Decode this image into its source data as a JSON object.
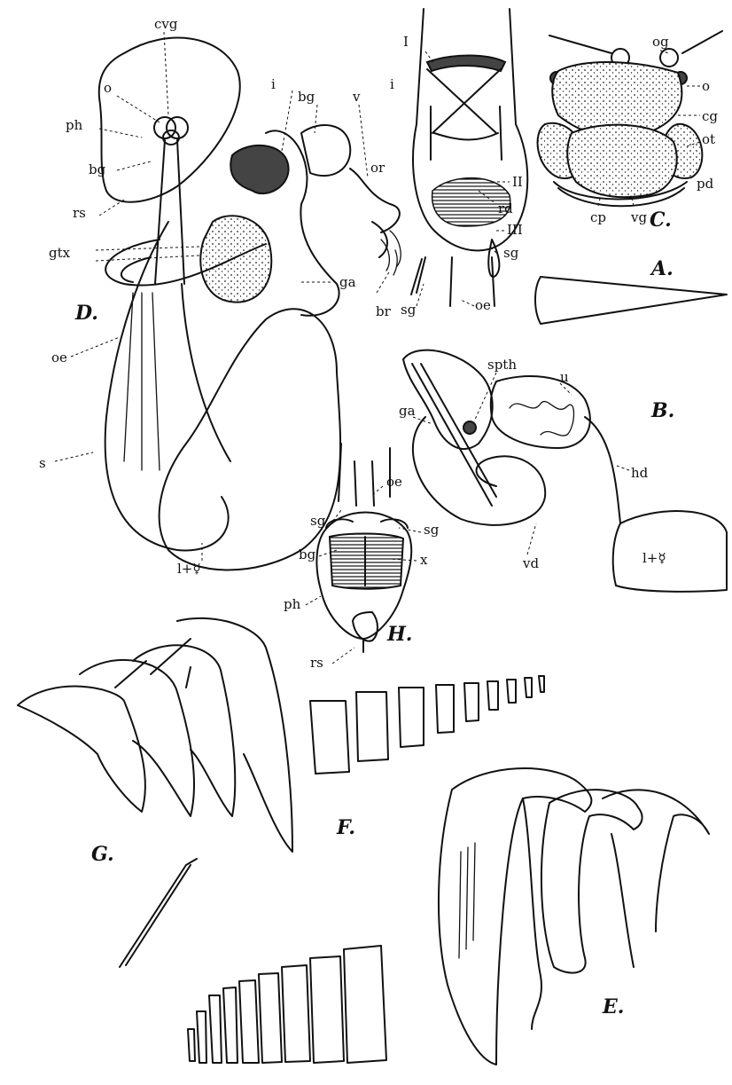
{
  "figure_letters": {
    "A": "A.",
    "B": "B.",
    "C": "C.",
    "D": "D.",
    "E": "E.",
    "F": "F.",
    "G": "G.",
    "H": "H."
  },
  "labels": {
    "d_cvg": "cvg",
    "d_o": "o",
    "d_ph": "ph",
    "d_bg": "bg",
    "d_rs": "rs",
    "d_gtx": "gtx",
    "d_i": "i",
    "d_bg2": "bg",
    "d_v": "v",
    "d_or": "or",
    "d_ga": "ga",
    "d_br": "br",
    "d_oe": "oe",
    "d_s": "s",
    "d_lq": "l+☿",
    "i_I": "I",
    "i_i": "i",
    "i_II": "II",
    "i_rd": "rd",
    "i_III": "III",
    "i_sg": "sg",
    "i_sg2": "sg",
    "i_oe": "oe",
    "c_og": "og",
    "c_o": "o",
    "c_cg": "cg",
    "c_ot": "ot",
    "c_pd": "pd",
    "c_cp": "cp",
    "c_vg": "vg",
    "b_spth": "spth",
    "b_u": "u",
    "b_ga": "ga",
    "b_hd": "hd",
    "b_vd": "vd",
    "b_lq": "l+☿",
    "h_sg": "sg",
    "h_oe": "oe",
    "h_sg2": "sg",
    "h_bg": "bg",
    "h_x": "x",
    "h_ph": "ph",
    "h_rs": "rs"
  },
  "colors": {
    "ink": "#111111",
    "paper": "#ffffff"
  }
}
